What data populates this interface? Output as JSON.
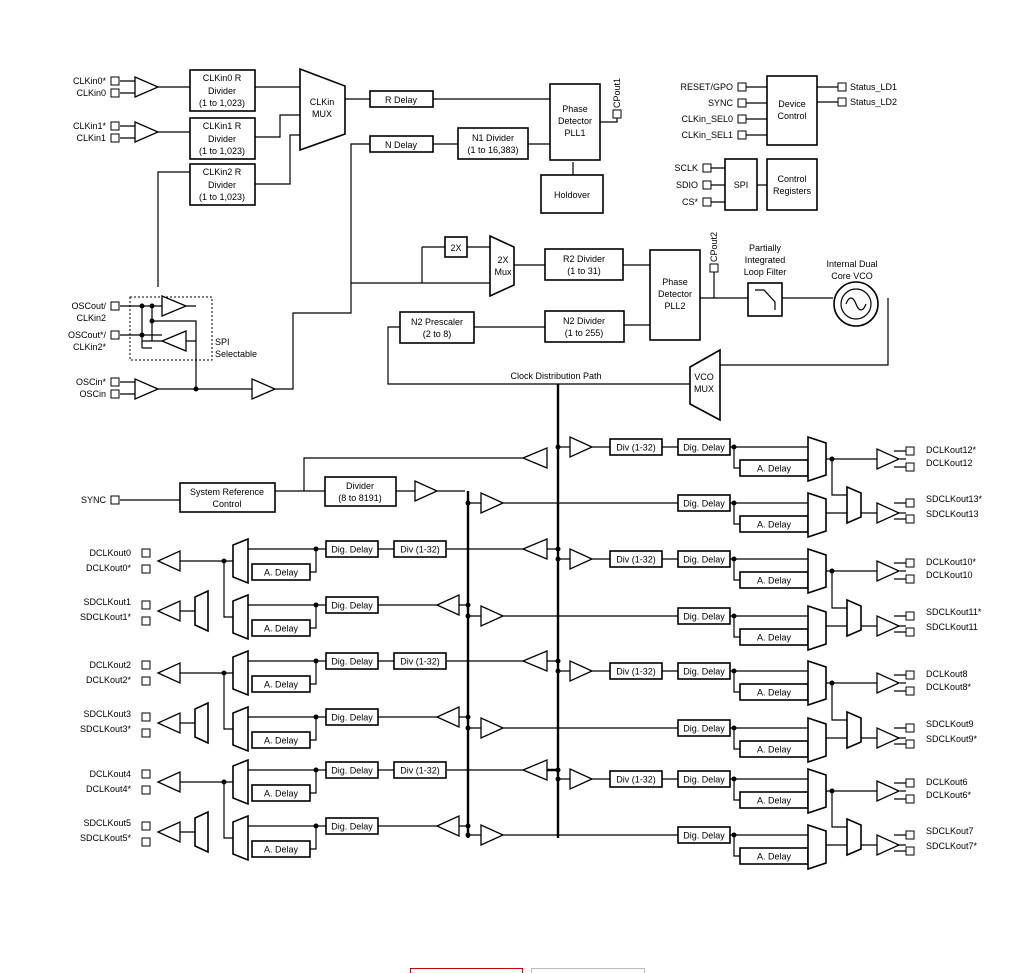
{
  "blocks": {
    "clkin0_r_divider": [
      "CLKin0 R",
      "Divider",
      "(1 to 1,023)"
    ],
    "clkin1_r_divider": [
      "CLKin1 R",
      "Divider",
      "(1 to 1,023)"
    ],
    "clkin2_r_divider": [
      "CLKin2 R",
      "Divider",
      "(1 to 1,023)"
    ],
    "clkin_mux": [
      "CLKin",
      "MUX"
    ],
    "r_delay": [
      "R Delay"
    ],
    "n_delay": [
      "N Delay"
    ],
    "n1_divider": [
      "N1 Divider",
      "(1 to 16,383)"
    ],
    "pll1": [
      "Phase",
      "Detector",
      "PLL1"
    ],
    "holdover": [
      "Holdover"
    ],
    "device_control": [
      "Device",
      "Control"
    ],
    "spi": [
      "SPI"
    ],
    "control_registers": [
      "Control",
      "Registers"
    ],
    "doubler": [
      "2X"
    ],
    "doubler_mux": [
      "2X",
      "Mux"
    ],
    "r2_divider": [
      "R2 Divider",
      "(1 to 31)"
    ],
    "n2_prescaler": [
      "N2 Prescaler",
      "(2 to 8)"
    ],
    "n2_divider": [
      "N2 Divider",
      "(1 to 255)"
    ],
    "pll2": [
      "Phase",
      "Detector",
      "PLL2"
    ],
    "vco_mux": [
      "VCO",
      "MUX"
    ],
    "sysref_control": [
      "System Reference",
      "Control"
    ],
    "sysref_divider": [
      "Divider",
      "(8 to 8191)"
    ],
    "dig_delay": "Dig. Delay",
    "div": "Div (1-32)",
    "a_delay": "A. Delay"
  },
  "pins": {
    "clkin0_n": "CLKin0*",
    "clkin0": "CLKin0",
    "clkin1_n": "CLKin1*",
    "clkin1": "CLKin1",
    "oscout": "OSCout/",
    "clkin2": "CLKin2",
    "oscout_n": "OSCout*/",
    "clkin2_n": "CLKin2*",
    "oscin_n": "OSCin*",
    "oscin": "OSCin",
    "sync_left": "SYNC",
    "cpout1": "CPout1",
    "cpout2": "CPout2",
    "reset_gpo": "RESET/GPO",
    "sync": "SYNC",
    "clkin_sel0": "CLKin_SEL0",
    "clkin_sel1": "CLKin_SEL1",
    "status_ld1": "Status_LD1",
    "status_ld2": "Status_LD2",
    "sclk": "SCLK",
    "sdio": "SDIO",
    "cs": "CS*"
  },
  "labels": {
    "spi_selectable": [
      "SPI",
      "Selectable"
    ],
    "loop_filter": [
      "Partially",
      "Integrated",
      "Loop Filter"
    ],
    "vco": [
      "Internal Dual",
      "Core VCO"
    ],
    "clock_distribution_path": "Clock Distribution Path"
  },
  "outputs_left": [
    {
      "top": "DCLKout0",
      "bottom": "DCLKout0*"
    },
    {
      "top": "SDCLKout1",
      "bottom": "SDCLKout1*"
    },
    {
      "top": "DCLKout2",
      "bottom": "DCLKout2*"
    },
    {
      "top": "SDCLKout3",
      "bottom": "SDCLKout3*"
    },
    {
      "top": "DCLKout4",
      "bottom": "DCLKout4*"
    },
    {
      "top": "SDCLKout5",
      "bottom": "SDCLKout5*"
    }
  ],
  "outputs_right": [
    {
      "top": "DCLKout12*",
      "bottom": "DCLKout12"
    },
    {
      "top": "SDCLKout13*",
      "bottom": "SDCLKout13"
    },
    {
      "top": "DCLKout10*",
      "bottom": "DCLKout10"
    },
    {
      "top": "SDCLKout11*",
      "bottom": "SDCLKout11"
    },
    {
      "top": "DCLKout8",
      "bottom": "DCLKout8*"
    },
    {
      "top": "SDCLKout9",
      "bottom": "SDCLKout9*"
    },
    {
      "top": "DCLKout6",
      "bottom": "DCLKout6*"
    },
    {
      "top": "SDCLKout7",
      "bottom": "SDCLKout7*"
    }
  ]
}
